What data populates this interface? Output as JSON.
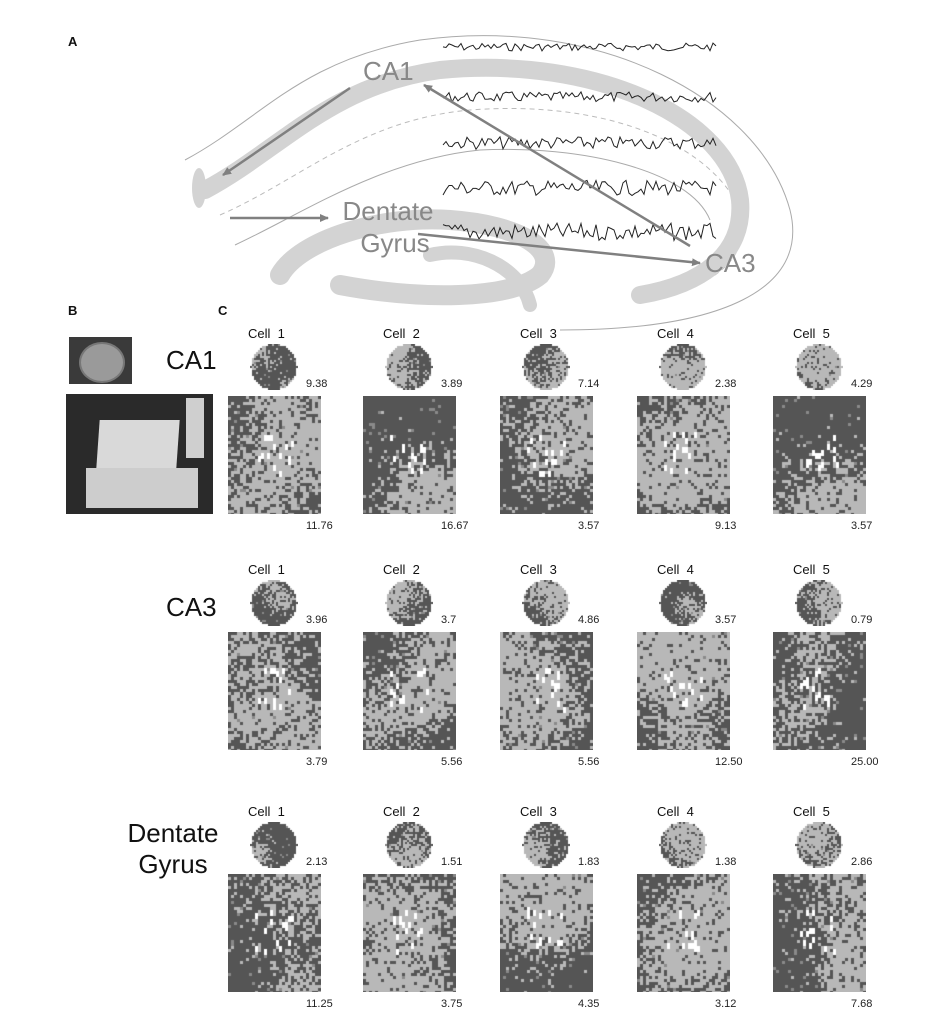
{
  "panels": {
    "a": "A",
    "b": "B",
    "c": "C"
  },
  "diagram": {
    "ca1_label": "CA1",
    "dg_label_line1": "Dentate",
    "dg_label_line2": "Gyrus",
    "ca3_label": "CA3"
  },
  "regions": [
    {
      "name_line1": "CA1",
      "name_line2": "",
      "cells": [
        {
          "label": "Cell  1",
          "round_rate": "9.38",
          "box_rate": "11.76"
        },
        {
          "label": "Cell  2",
          "round_rate": "3.89",
          "box_rate": "16.67"
        },
        {
          "label": "Cell  3",
          "round_rate": "7.14",
          "box_rate": "3.57"
        },
        {
          "label": "Cell  4",
          "round_rate": "2.38",
          "box_rate": "9.13"
        },
        {
          "label": "Cell  5",
          "round_rate": "4.29",
          "box_rate": "3.57"
        }
      ]
    },
    {
      "name_line1": "CA3",
      "name_line2": "",
      "cells": [
        {
          "label": "Cell  1",
          "round_rate": "3.96",
          "box_rate": "3.79"
        },
        {
          "label": "Cell  2",
          "round_rate": "3.7",
          "box_rate": "5.56"
        },
        {
          "label": "Cell  3",
          "round_rate": "4.86",
          "box_rate": "5.56"
        },
        {
          "label": "Cell  4",
          "round_rate": "3.57",
          "box_rate": "12.50"
        },
        {
          "label": "Cell  5",
          "round_rate": "0.79",
          "box_rate": "25.00"
        }
      ]
    },
    {
      "name_line1": "Dentate",
      "name_line2": "Gyrus",
      "cells": [
        {
          "label": "Cell  1",
          "round_rate": "2.13",
          "box_rate": "11.25"
        },
        {
          "label": "Cell  2",
          "round_rate": "1.51",
          "box_rate": "3.75"
        },
        {
          "label": "Cell  3",
          "round_rate": "1.83",
          "box_rate": "4.35"
        },
        {
          "label": "Cell  4",
          "round_rate": "1.38",
          "box_rate": "3.12"
        },
        {
          "label": "Cell  5",
          "round_rate": "2.86",
          "box_rate": "7.68"
        }
      ]
    }
  ],
  "colors": {
    "map_bg": "#555555",
    "map_field": "#b8b8b8",
    "hippocampus": "#d3d3d3",
    "arrow": "#808080"
  }
}
